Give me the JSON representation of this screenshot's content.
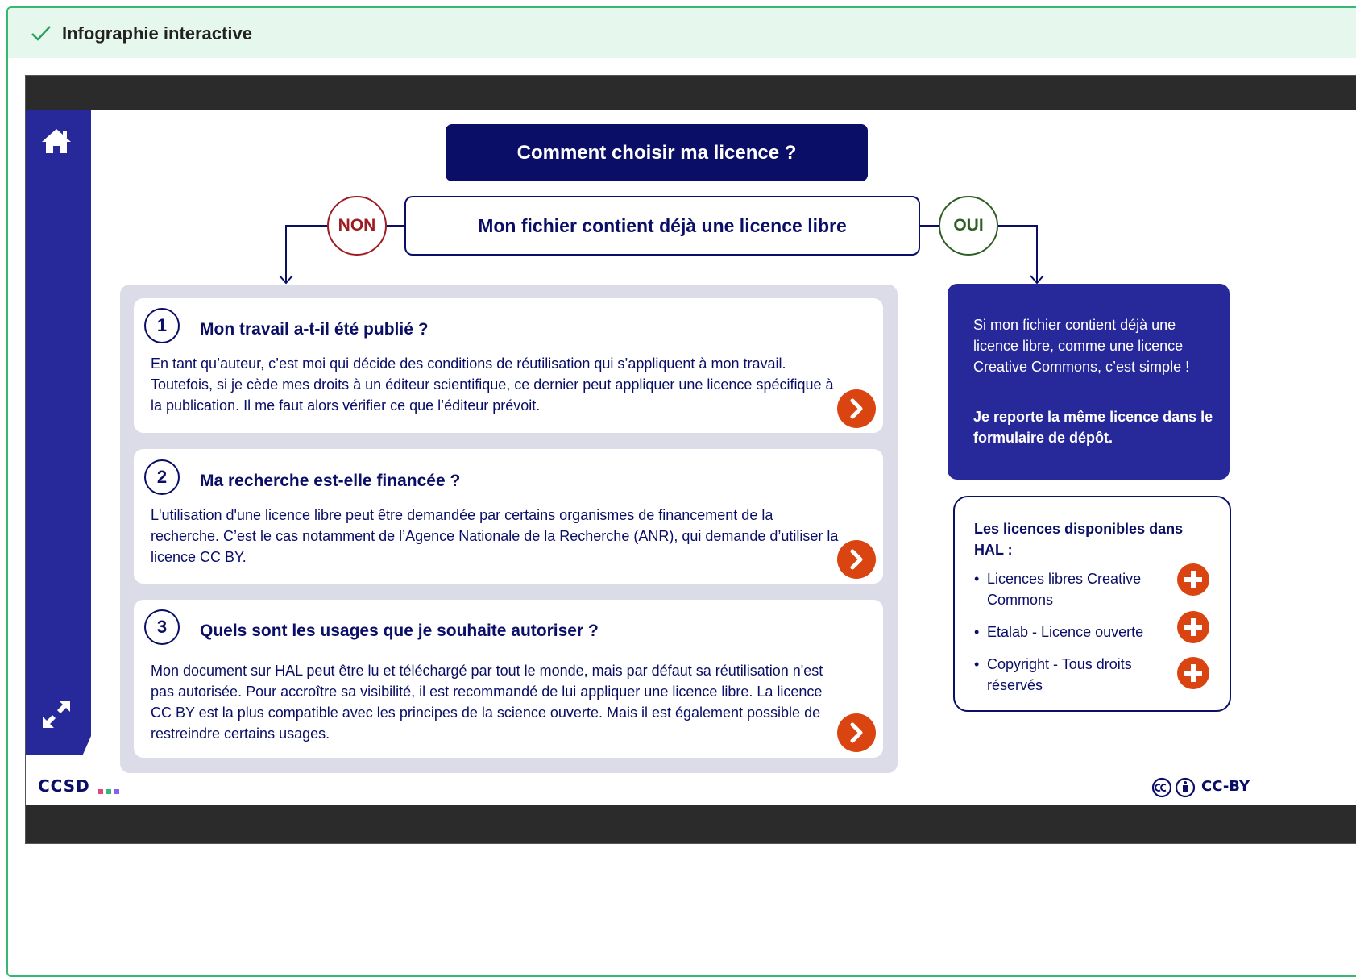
{
  "card": {
    "title": "Infographie interactive"
  },
  "infographic": {
    "title": "Comment choisir ma licence ?",
    "question": "Mon fichier contient déjà une licence libre",
    "branch_no": "NON",
    "branch_yes": "OUI",
    "steps": [
      {
        "number": "1",
        "title": "Mon travail a-t-il été publié ?",
        "text": "En tant qu’auteur, c’est moi qui décide des conditions de réutilisation qui s’appliquent à mon travail. Toutefois, si je cède mes droits à un éditeur scientifique, ce dernier peut appliquer une licence spécifique à la publication. Il me faut alors vérifier ce que l’éditeur prévoit."
      },
      {
        "number": "2",
        "title": "Ma recherche est-elle financée ?",
        "text": "L'utilisation d'une licence libre peut être demandée par certains organismes de financement de la recherche. C’est le cas notamment de l’Agence Nationale de la Recherche (ANR), qui demande d’utiliser la licence CC BY."
      },
      {
        "number": "3",
        "title": "Quels sont les usages que je souhaite autoriser ?",
        "text": "Mon document sur HAL peut être lu et téléchargé par tout le monde, mais par défaut sa réutilisation n'est pas autorisée. Pour accroître sa visibilité, il est recommandé de lui appliquer une licence libre. La licence CC BY est la plus compatible avec les principes de la science ouverte. Mais il est également possible de restreindre certains usages."
      }
    ],
    "oui_panel": {
      "text": "Si mon fichier contient déjà une licence libre, comme une licence Creative Commons, c’est simple !",
      "bold": "Je reporte la même licence dans le formulaire de dépôt."
    },
    "licences": {
      "title": "Les licences disponibles dans HAL :",
      "bullet": "•",
      "items": [
        "Licences libres Creative Commons",
        "Etalab - Licence ouverte",
        "Copyright - Tous droits réservés"
      ]
    },
    "footer": {
      "logo": "CCSD",
      "license": "CC-BY"
    }
  },
  "colors": {
    "navy": "#0a0e66",
    "blue": "#27289a",
    "orange": "#d94410",
    "red": "#9c1c22",
    "green": "#2e5e21",
    "panel": "#dcdce8",
    "header_bg": "#e6f7ee"
  },
  "icons": [
    "check-icon",
    "home-icon",
    "expand-icon",
    "chevron-right-icon",
    "plus-icon",
    "cc-icon",
    "by-icon"
  ]
}
